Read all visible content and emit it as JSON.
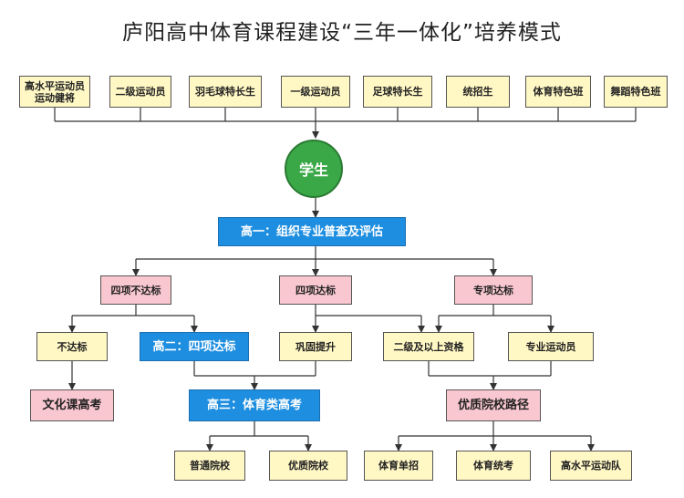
{
  "title": "庐阳高中体育课程建设“三年一体化”培养模式",
  "sources": [
    "高水平运动员运动健将",
    "二级运动员",
    "羽毛球特长生",
    "一级运动员",
    "足球特长生",
    "统招生",
    "体育特色班",
    "舞蹈特色班"
  ],
  "center": "学生",
  "stage1": "高一：组织专业普查及评估",
  "level2": [
    "四项不达标",
    "四项达标",
    "专项达标"
  ],
  "level3": [
    "不达标",
    "高二：四项达标",
    "巩固提升",
    "二级及以上资格",
    "专业运动员"
  ],
  "level4": [
    "文化课高考",
    "高三：体育类高考",
    "优质院校路径"
  ],
  "outcomes": [
    "普通院校",
    "优质院校",
    "体育单招",
    "体育统考",
    "高水平运动队"
  ]
}
